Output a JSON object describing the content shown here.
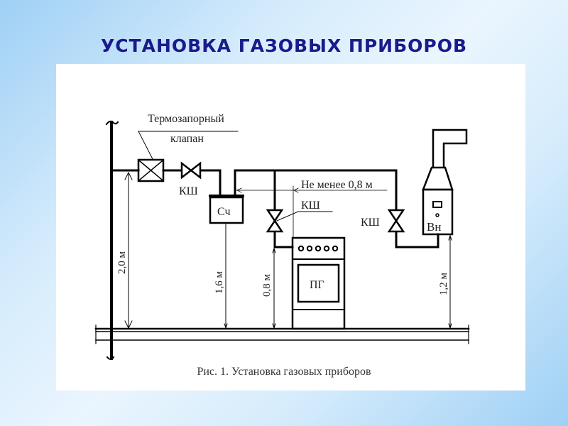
{
  "slide": {
    "title": "УСТАНОВКА ГАЗОВЫХ ПРИБОРОВ",
    "title_color": "#1a1a8c"
  },
  "diagram": {
    "labels": {
      "thermo_valve_line1": "Термозапорный",
      "thermo_valve_line2": "клапан",
      "valve_1": "КШ",
      "valve_2": "КШ",
      "valve_3": "КШ",
      "meter": "Сч",
      "stove": "ПГ",
      "water_heater": "Вн",
      "min_distance": "Не менее 0,8 м"
    },
    "dimensions": {
      "riser_height": "2,0 м",
      "meter_height": "1,6 м",
      "stove_inlet_height": "0,8 м",
      "heater_height": "1,2 м"
    },
    "caption": "Рис. 1. Установка газовых приборов"
  }
}
